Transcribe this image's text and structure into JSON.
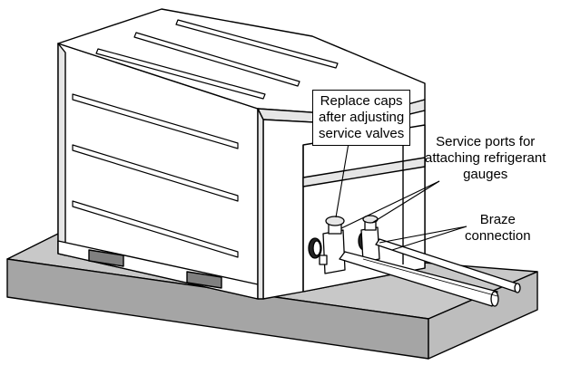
{
  "labels": {
    "caps": [
      "Replace caps",
      "after adjusting",
      "service valves"
    ],
    "ports": [
      "Service ports for",
      "attaching refrigerant",
      "gauges"
    ],
    "braze": [
      "Braze",
      "connection"
    ]
  },
  "colors": {
    "stroke": "#000000",
    "panel": "#ffffff",
    "slab_top": "#c8c8c8",
    "slab_side": "#a5a5a5",
    "vent": "#808080",
    "shade": "#e6e6e6"
  }
}
